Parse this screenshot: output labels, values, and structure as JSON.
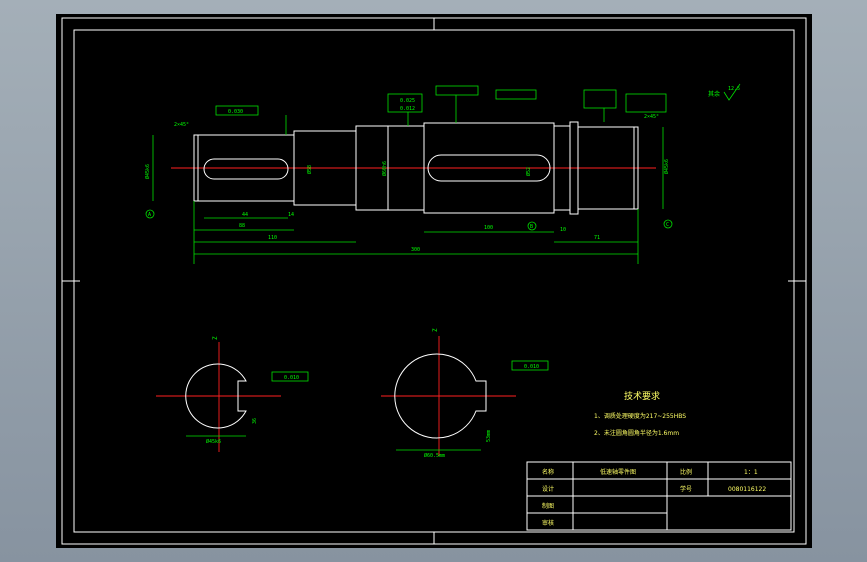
{
  "drawing": {
    "tech_req": {
      "heading": "技术要求",
      "line1": "1、调质处理硬度为217~255HBS",
      "line2": "2、未注圆角圆角半径为1.6mm"
    },
    "title_block": {
      "name_label": "名称",
      "part_name": "低速轴零件图",
      "design_label": "设计",
      "drawing_label": "制图",
      "review_label": "审核",
      "scale_label": "比例",
      "scale_value": "1：1",
      "number_label": "学号",
      "number_value": "0080116122"
    },
    "roughness_note": "其余",
    "roughness_value": "12.5",
    "dims": {
      "d_left": "Ø45k6",
      "d_right": "Ø45k6",
      "d_mid": "Ø58",
      "d_gear": "Ø60h6",
      "d_gear2": "Ø52",
      "len_total": "300",
      "len_110": "110",
      "len_88": "88",
      "len_44": "44",
      "len_14": "14",
      "len_100": "100",
      "len_71": "71",
      "len_10": "10",
      "chamfer_l": "2×45°",
      "chamfer_r": "2×45°",
      "sec_left_w": "Ø45k6",
      "sec_left_d": "36",
      "sec_right_w": "Ø60.5mm",
      "sec_right_d": "53mm",
      "tol1": "0.030",
      "tol2": "0.025",
      "tol3": "0.012",
      "tol_val": "0.010"
    },
    "ref_letters": {
      "a": "A",
      "b": "B",
      "c": "C",
      "z": "Z"
    }
  }
}
